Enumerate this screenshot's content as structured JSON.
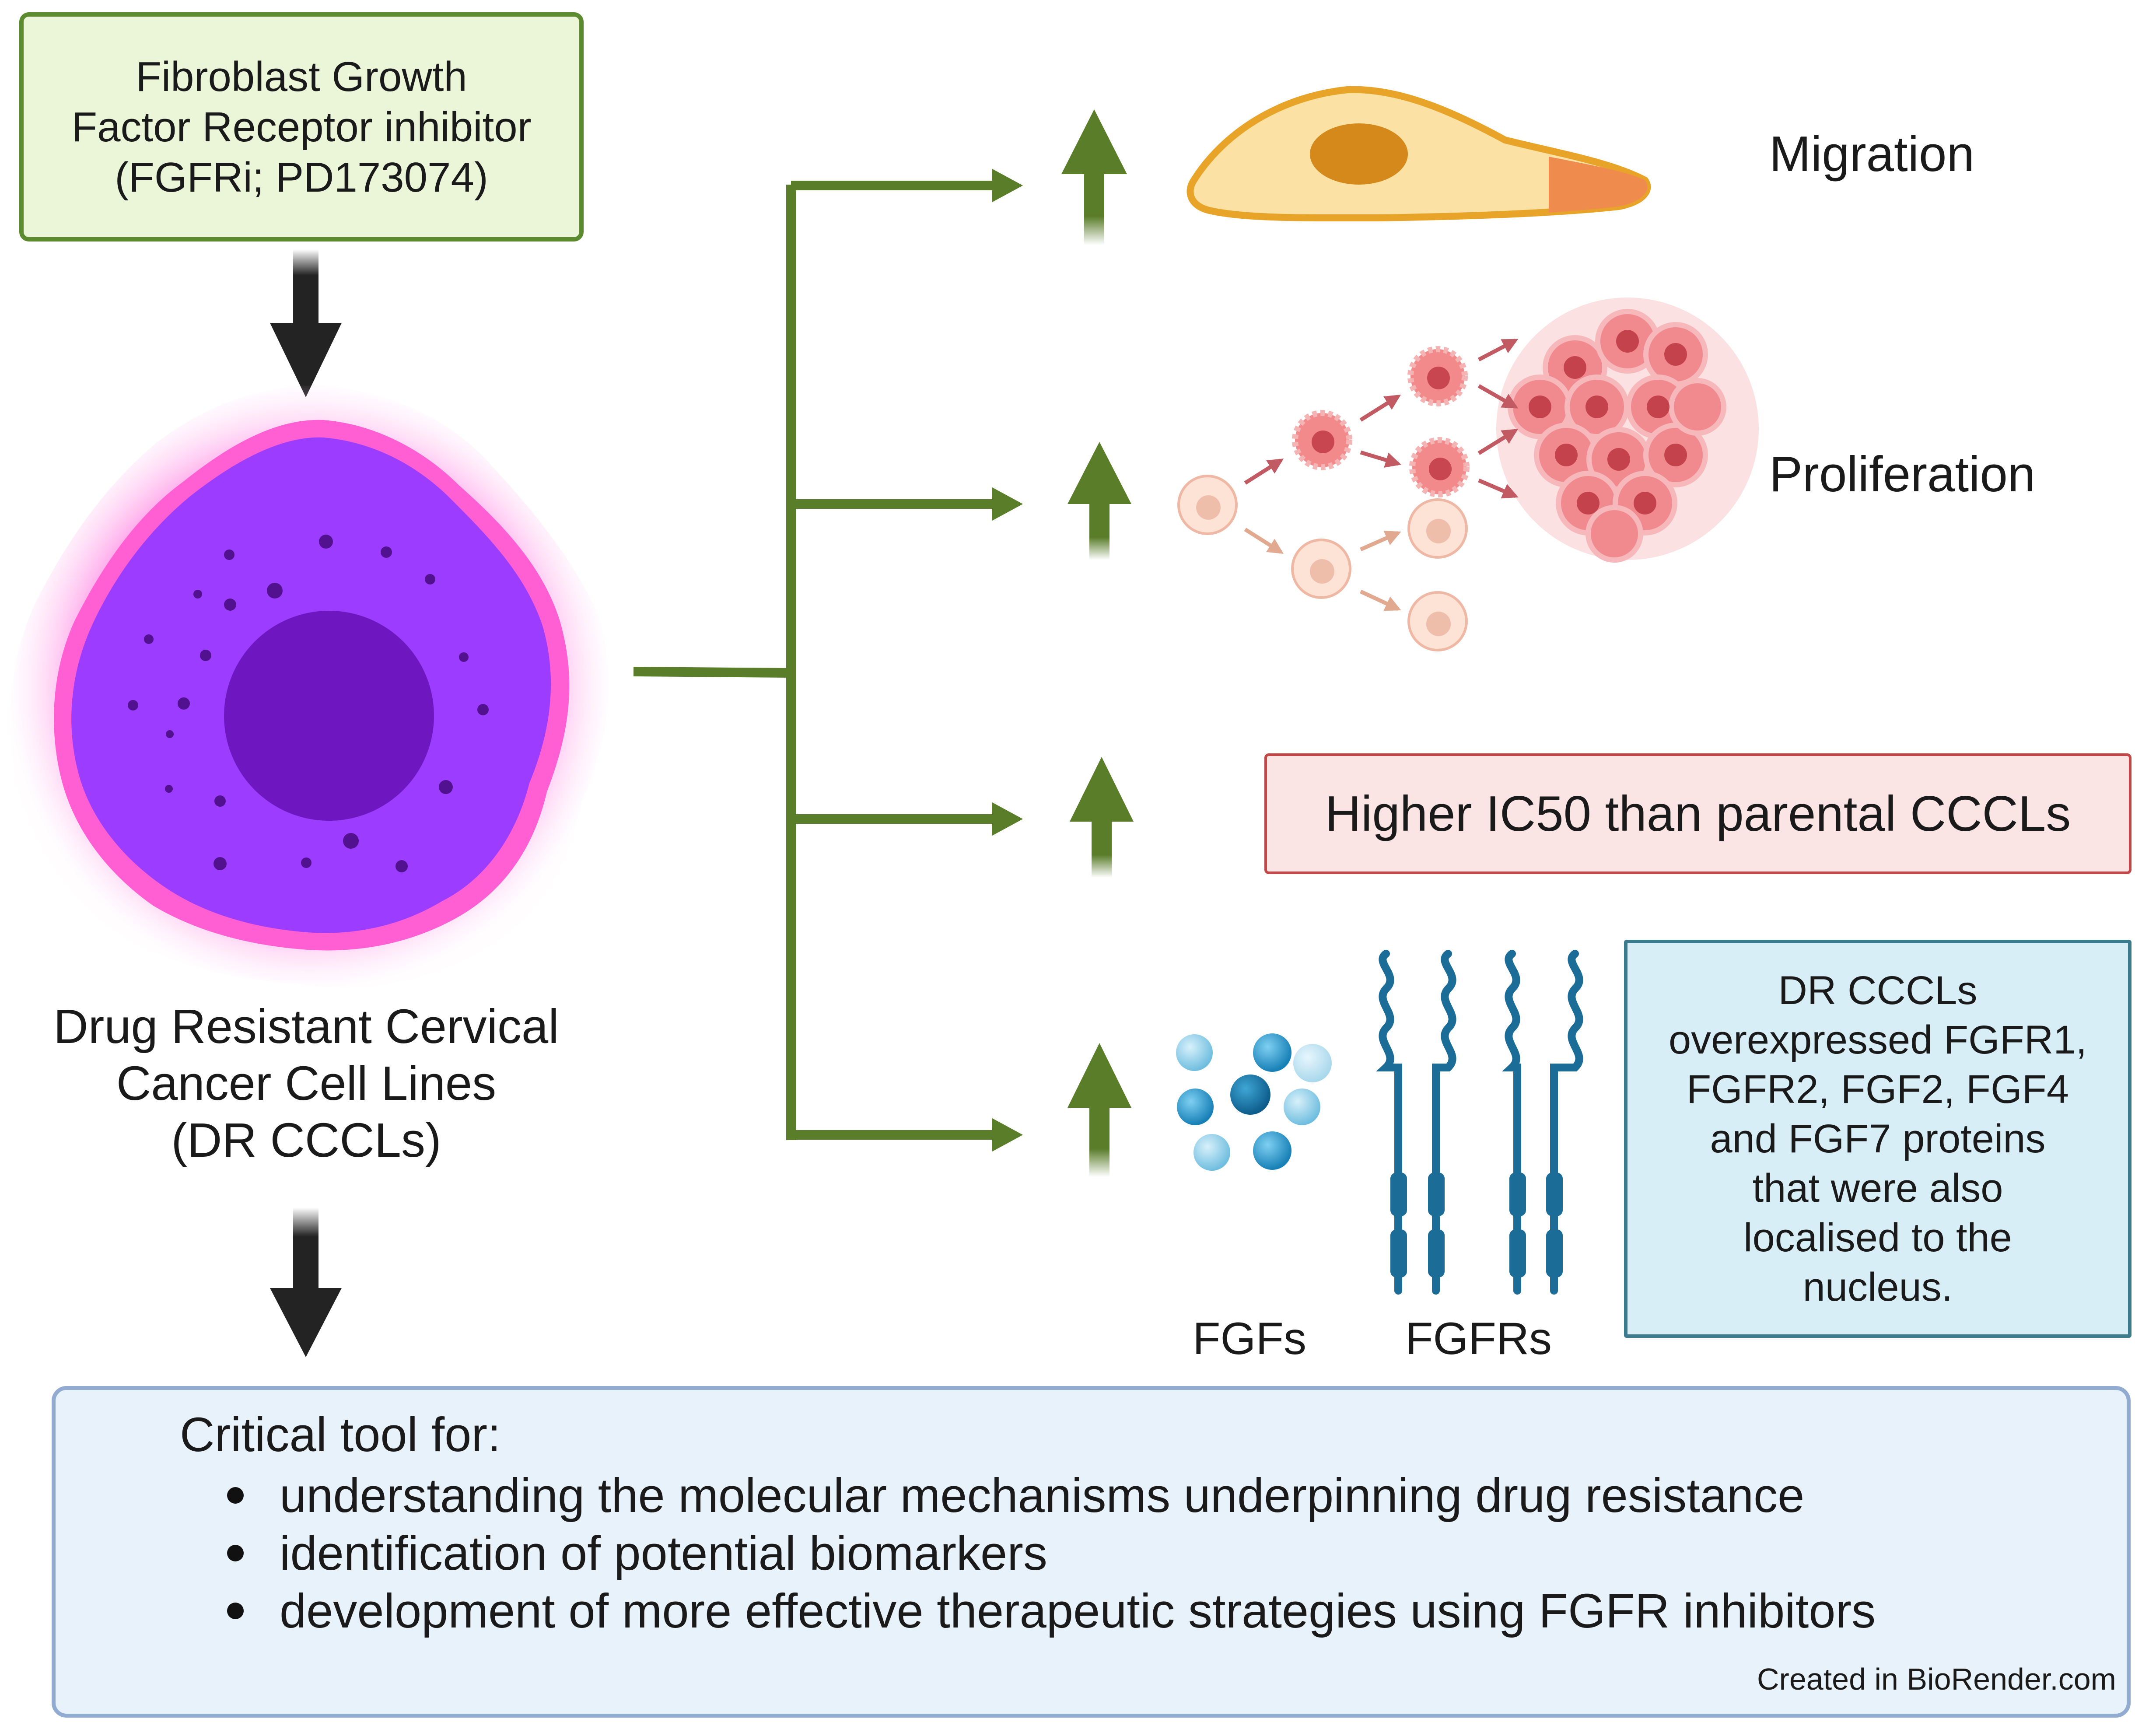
{
  "inhibitor_box": {
    "lines": [
      "Fibroblast Growth",
      "Factor Receptor inhibitor",
      "(FGFRi; PD173074)"
    ]
  },
  "cell_label": {
    "lines": [
      "Drug Resistant Cervical",
      "Cancer Cell Lines",
      "(DR CCCLs)"
    ]
  },
  "outcomes": {
    "migration": "Migration",
    "proliferation": "Proliferation",
    "ic50": "Higher IC50 than parental CCCLs",
    "fgfs": "FGFs",
    "fgfrs": "FGFRs"
  },
  "fgfr_box": {
    "lines": [
      "DR CCCLs",
      "overexpressed FGFR1,",
      "FGFR2, FGF2, FGF4",
      "and FGF7 proteins",
      "that were also",
      "localised to the",
      "nucleus."
    ]
  },
  "critical_box": {
    "title": "Critical tool for:",
    "items": [
      "understanding the molecular mechanisms underpinning drug resistance",
      "identification of potential biomarkers",
      "development of more effective therapeutic strategies using FGFR inhibitors"
    ],
    "credit": "Created in  BioRender.com"
  },
  "colors": {
    "green_arrow": "#5a7d2a",
    "dark_arrow": "#232323",
    "cell_purple": "#9c3cff",
    "nucleus_purple": "#6e17c0",
    "halo_pink": "#ff5fd2",
    "blue_accent": "#1b6c97"
  }
}
